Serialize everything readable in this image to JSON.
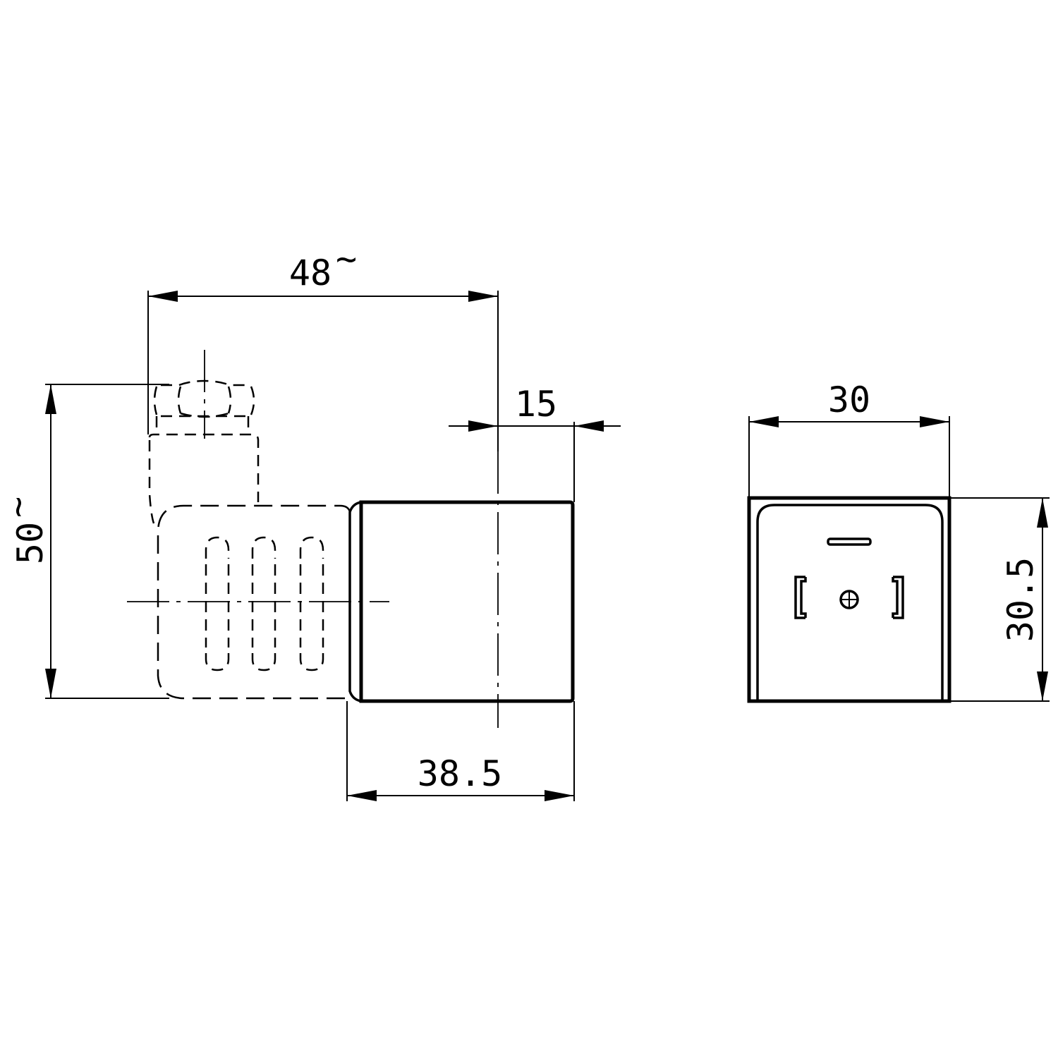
{
  "dimensions": {
    "overall_length": "48",
    "overall_length_approx": "~",
    "overall_height": "50",
    "overall_height_approx": "~",
    "cap_length": "15",
    "body_length": "38.5",
    "front_width": "30",
    "front_height": "30.5"
  },
  "colors": {
    "line": "#000000",
    "background": "#ffffff"
  }
}
